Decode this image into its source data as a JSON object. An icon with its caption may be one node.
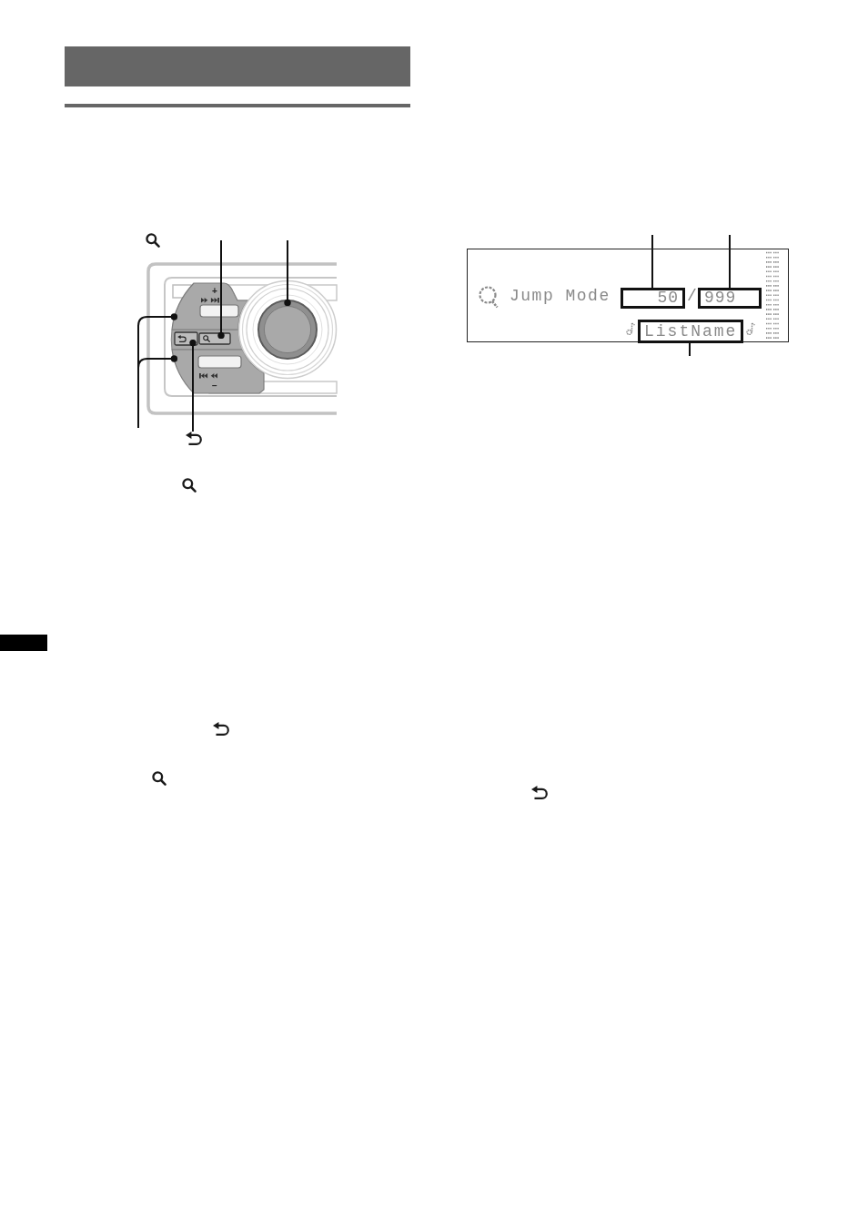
{
  "diagram": {
    "nodes": [
      {
        "text": [],
        "shape": "box"
      },
      {
        "text": [],
        "shape": "circle"
      },
      {
        "text": [],
        "shape": "box"
      },
      {
        "text": [],
        "shape": "box"
      },
      {
        "text": [],
        "shape": "box"
      },
      {
        "text": [],
        "shape": "picture"
      },
      {
        "text": [
          "Jump Mode",
          "/"
        ]
      },
      {
        "text": [
          "50"
        ],
        "in": 6
      },
      {
        "text": [
          "999"
        ],
        "in": 6
      },
      {
        "text": [
          "ListName"
        ],
        "in": 6
      }
    ],
    "edges": [
      {
        "from": null,
        "to": 0,
        "arrow": "other"
      },
      {
        "from": null,
        "to": 1,
        "arrow": "other"
      },
      {
        "from": null,
        "to": 2,
        "arrow": "other"
      },
      {
        "from": null,
        "to": 4,
        "arrow": "other"
      },
      {
        "from": 5,
        "to": 3,
        "arrow": "other"
      },
      {
        "from": null,
        "to": 7,
        "arrow": "none"
      },
      {
        "from": null,
        "to": 8,
        "arrow": "none"
      },
      {
        "from": null,
        "to": 9,
        "arrow": "none"
      }
    ],
    "labels": [
      "+",
      "−"
    ]
  }
}
